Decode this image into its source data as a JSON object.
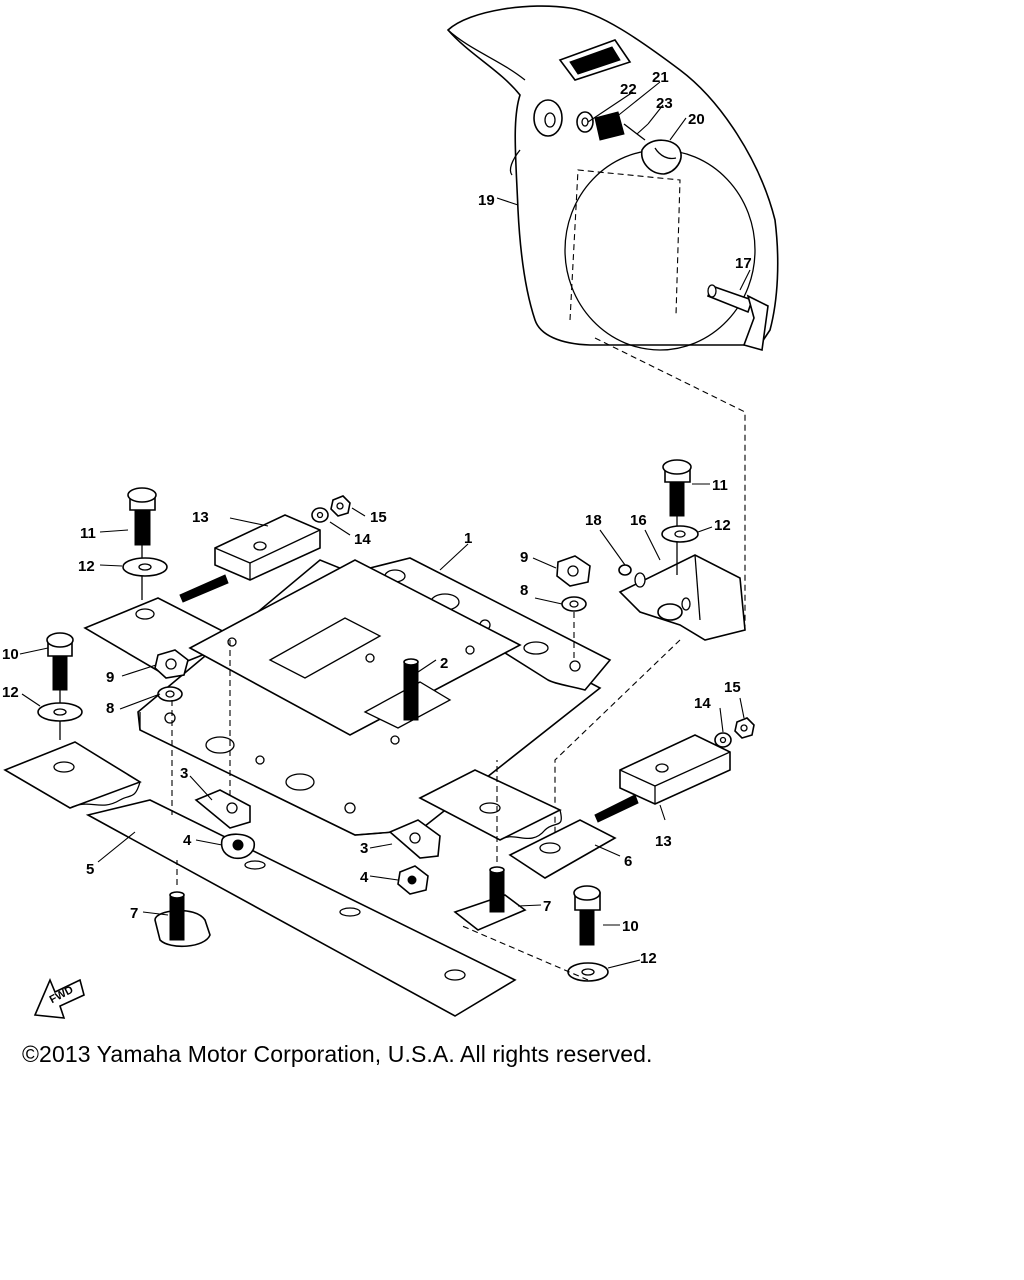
{
  "diagram": {
    "callouts": [
      {
        "id": "c1",
        "text": "1"
      },
      {
        "id": "c2",
        "text": "2"
      },
      {
        "id": "c3a",
        "text": "3"
      },
      {
        "id": "c3b",
        "text": "3"
      },
      {
        "id": "c4a",
        "text": "4"
      },
      {
        "id": "c4b",
        "text": "4"
      },
      {
        "id": "c5",
        "text": "5"
      },
      {
        "id": "c6",
        "text": "6"
      },
      {
        "id": "c7a",
        "text": "7"
      },
      {
        "id": "c7b",
        "text": "7"
      },
      {
        "id": "c8a",
        "text": "8"
      },
      {
        "id": "c8b",
        "text": "8"
      },
      {
        "id": "c9a",
        "text": "9"
      },
      {
        "id": "c9b",
        "text": "9"
      },
      {
        "id": "c10a",
        "text": "10"
      },
      {
        "id": "c10b",
        "text": "10"
      },
      {
        "id": "c11a",
        "text": "11"
      },
      {
        "id": "c11b",
        "text": "11"
      },
      {
        "id": "c12a",
        "text": "12"
      },
      {
        "id": "c12b",
        "text": "12"
      },
      {
        "id": "c12c",
        "text": "12"
      },
      {
        "id": "c12d",
        "text": "12"
      },
      {
        "id": "c13a",
        "text": "13"
      },
      {
        "id": "c13b",
        "text": "13"
      },
      {
        "id": "c14a",
        "text": "14"
      },
      {
        "id": "c14b",
        "text": "14"
      },
      {
        "id": "c15a",
        "text": "15"
      },
      {
        "id": "c15b",
        "text": "15"
      },
      {
        "id": "c16",
        "text": "16"
      },
      {
        "id": "c17",
        "text": "17"
      },
      {
        "id": "c18",
        "text": "18"
      },
      {
        "id": "c19",
        "text": "19"
      },
      {
        "id": "c20",
        "text": "20"
      },
      {
        "id": "c21",
        "text": "21"
      },
      {
        "id": "c22",
        "text": "22"
      },
      {
        "id": "c23",
        "text": "23"
      }
    ],
    "direction_marker": "FWD"
  },
  "footer": {
    "copyright": "©2013 Yamaha Motor Corporation, U.S.A. All rights reserved."
  }
}
